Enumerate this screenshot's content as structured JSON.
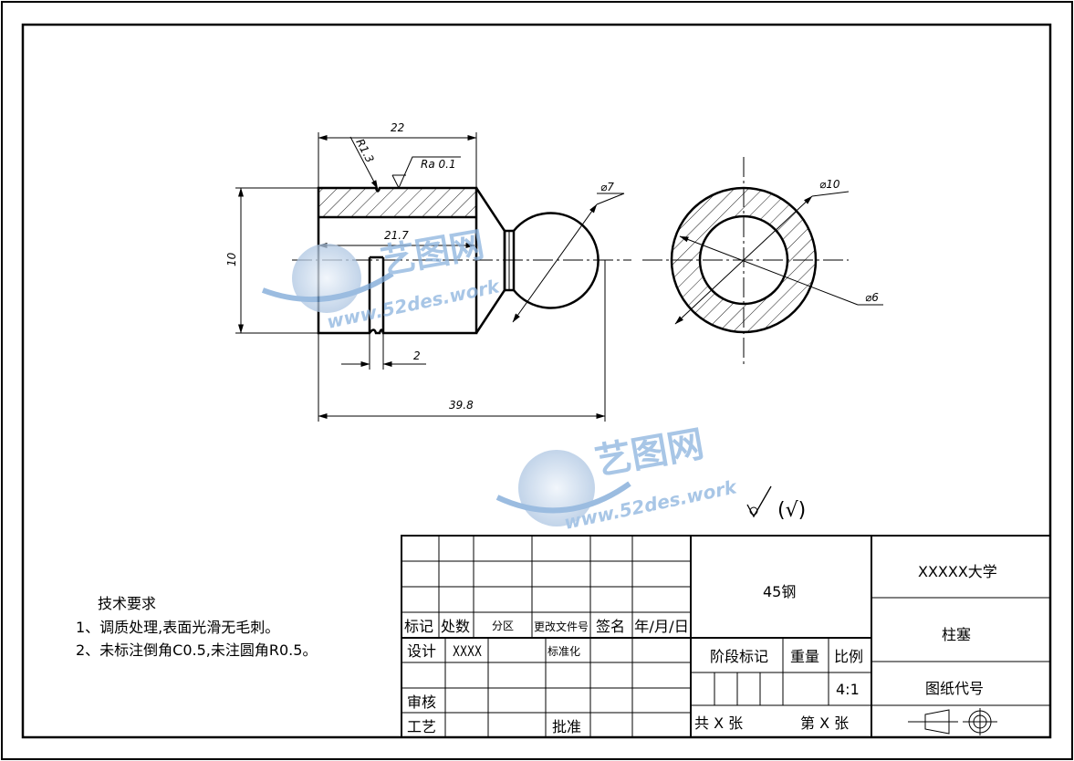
{
  "dimensions": {
    "length_top": "22",
    "fillet_radius": "R1.3",
    "roughness": "Ra 0.1",
    "groove_depth": "21.7",
    "height": "10",
    "groove_width": "2",
    "total_length": "39.8",
    "ball_diameter": "⌀7",
    "outer_diameter": "⌀10",
    "inner_diameter": "⌀6"
  },
  "watermark": {
    "brand": "艺图网",
    "url": "www.52des.work"
  },
  "surface_symbol_note": "(√)",
  "tech_requirements": {
    "title": "技术要求",
    "items": [
      "1、调质处理,表面光滑无毛刺。",
      "2、未标注倒角C0.5,未注圆角R0.5。"
    ]
  },
  "title_block": {
    "headers": [
      "标记",
      "处数",
      "分区",
      "更改文件号",
      "签名",
      "年/月/日"
    ],
    "design_label": "设计",
    "designer": "XXXX",
    "standardization_label": "标准化",
    "review_label": "审核",
    "process_label": "工艺",
    "approval_label": "批准",
    "material": "45钢",
    "stage_label": "阶段标记",
    "weight_label": "重量",
    "scale_label": "比例",
    "scale_value": "4:1",
    "total_sheets": "共 X 张",
    "sheet_no": "第 X 张",
    "school": "XXXXX大学",
    "part_name": "柱塞",
    "drawing_code_label": "图纸代号"
  }
}
